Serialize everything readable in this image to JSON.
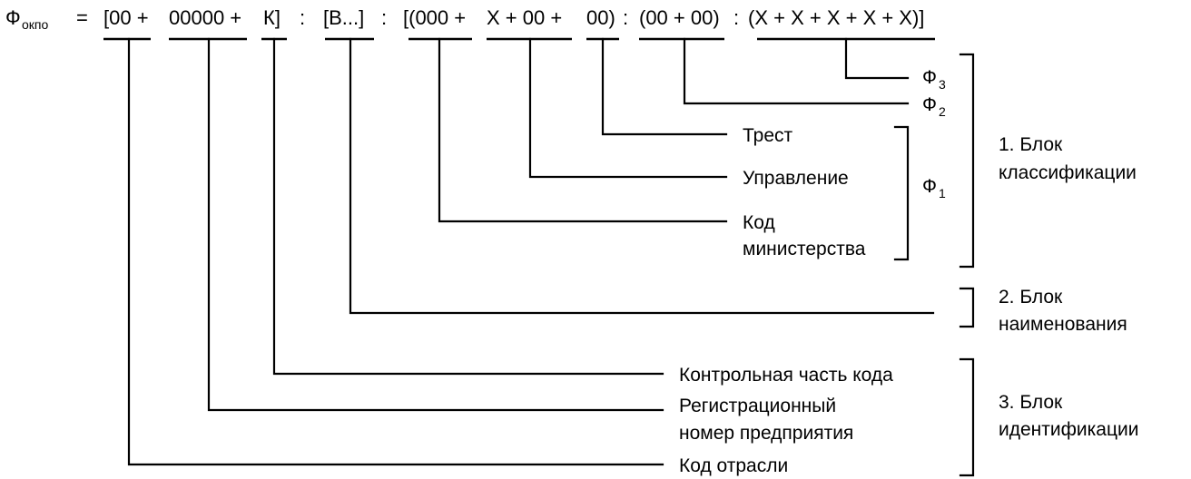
{
  "formula": {
    "phi": "Ф",
    "phi_sub": "окпо",
    "eq": "=",
    "g1": "[00 +",
    "g2": "00000 +",
    "g3": "К]",
    "sep1": ":",
    "g4": "[В...]",
    "sep2": ":",
    "g5": "[(000 +",
    "g6": "Х + 00 +",
    "g7": "00)",
    "sep3": ":",
    "g8": "(00 + 00)",
    "sep4": ":",
    "g9": "(Х + Х + Х + Х + Х)]"
  },
  "labels": {
    "trest": "Трест",
    "upravlenie": "Управление",
    "kod_min_1": "Код",
    "kod_min_2": "министерства",
    "kontrol": "Контрольная часть кода",
    "reg_1": "Регистрационный",
    "reg_2": "номер предприятия",
    "kod_otrasli": "Код отрасли"
  },
  "phis": {
    "phi3": "Ф",
    "phi3_sub": "3",
    "phi2": "Ф",
    "phi2_sub": "2",
    "phi1": "Ф",
    "phi1_sub": "1"
  },
  "blocks": {
    "b1_1": "1. Блок",
    "b1_2": "классификации",
    "b2_1": "2. Блок",
    "b2_2": "наименования",
    "b3_1": "3. Блок",
    "b3_2": "идентификации"
  }
}
